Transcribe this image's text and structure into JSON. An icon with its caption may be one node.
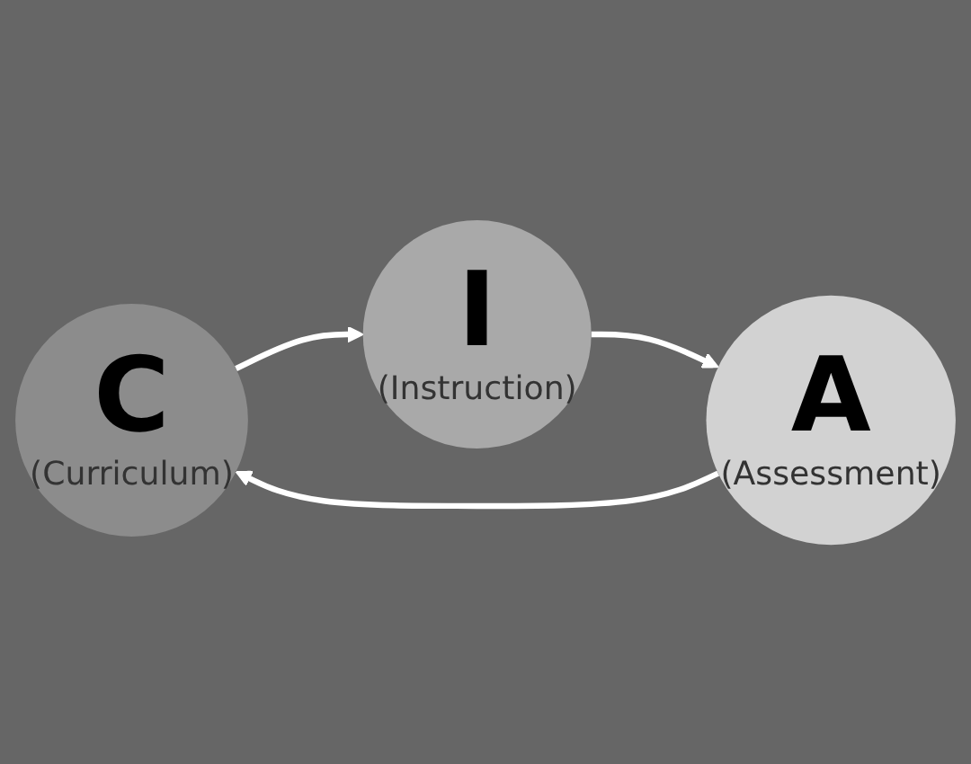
{
  "diagram": {
    "nodes": [
      {
        "text": [
          "C",
          "(Curriculum)"
        ]
      },
      {
        "text": [
          "I",
          "(Instruction)"
        ]
      },
      {
        "text": [
          "A",
          "(Assessment)"
        ]
      }
    ],
    "edges": [
      {
        "from": 0,
        "to": 1,
        "arrow": "to"
      },
      {
        "from": 1,
        "to": 2,
        "arrow": "to"
      },
      {
        "from": 2,
        "to": 0,
        "arrow": "to"
      }
    ]
  }
}
